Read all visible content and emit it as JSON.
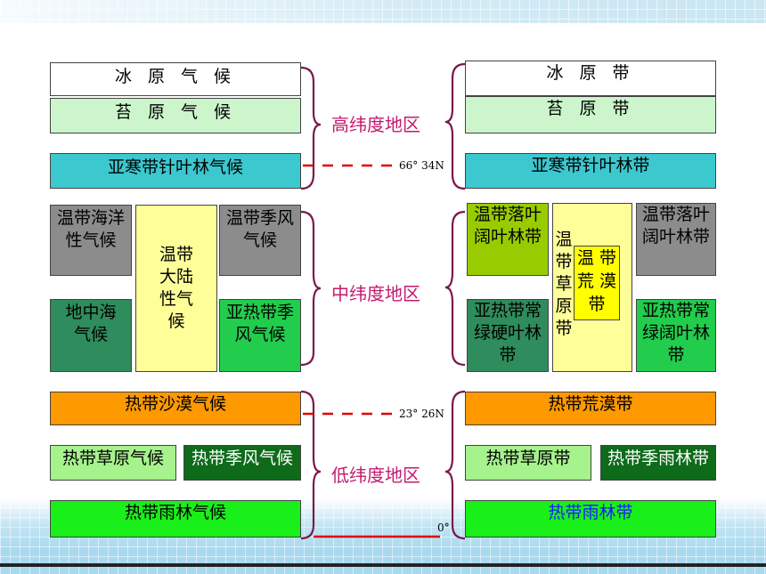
{
  "left": {
    "ice": "冰 原 气 候",
    "moss": "苔 原 气 候",
    "subarctic": "亚寒带针叶林气候",
    "temperate_maritime": "温带海洋性气候",
    "temperate_continental": "温带大陆性气候",
    "temperate_monsoon": "温带季风气候",
    "mediterranean": "地中海气候",
    "subtropical_monsoon": "亚热带季风气候",
    "tropical_desert": "热带沙漠气候",
    "tropical_savanna": "热带草原气候",
    "tropical_monsoon": "热带季风气候",
    "tropical_rainforest": "热带雨林气候"
  },
  "right": {
    "ice": "冰 原 带",
    "moss": "苔 原 带",
    "subarctic": "亚寒带针叶林带",
    "temperate_deciduous_1": "温带落叶阔叶林带",
    "temperate_grassland": "温带草原带",
    "temperate_desert": "温 带荒 漠带",
    "temperate_deciduous_2": "温带落叶阔叶林带",
    "subtropical_sclerophyll": "亚热带常绿硬叶林带",
    "subtropical_evergreen": "亚热带常绿阔叶林带",
    "tropical_desert": "热带荒漠带",
    "tropical_grassland": "热带草原带",
    "tropical_monsoon_forest": "热带季雨林带",
    "tropical_rainforest": "热带雨林带"
  },
  "regions": {
    "high": "高纬度地区",
    "mid": "中纬度地区",
    "low": "低纬度地区"
  },
  "latitudes": {
    "arctic": "66° 34N",
    "tropic": "23° 26N",
    "equator": "0°"
  },
  "colors": {
    "accent_region_text": "#c41a6e",
    "divider_line": "#e00000",
    "bracket_stroke": "#7a1a4a"
  }
}
